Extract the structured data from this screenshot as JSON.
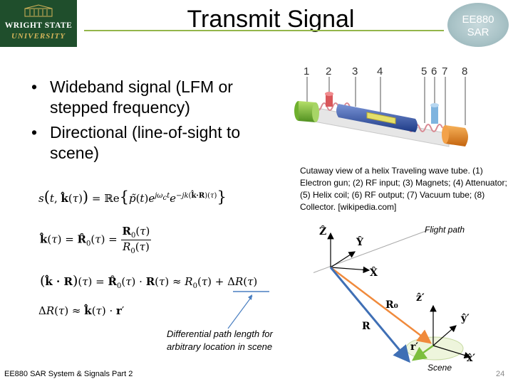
{
  "logo": {
    "line1": "WRIGHT STATE",
    "line2": "UNIVERSITY"
  },
  "title": "Transmit Signal",
  "badge": {
    "line1": "EE880",
    "line2": "SAR"
  },
  "bullets": [
    "Wideband signal (LFM or stepped frequency)",
    "Directional (line-of-sight to scene)"
  ],
  "tube_numbers": [
    "1",
    "2",
    "3",
    "4",
    "5",
    "6",
    "7",
    "8"
  ],
  "caption": "Cutaway view of a helix Traveling wave tube. (1) Electron gun; (2) RF input; (3) Magnets; (4) Attenuator; (5) Helix coil; (6) RF output; (7) Vacuum tube; (8) Collector. [wikipedia.com]",
  "annotation": "Differential path length for arbitrary location in scene",
  "diagram": {
    "flight_path": "Flight path",
    "scene": "Scene",
    "Z": "Ẑ",
    "Y": "Ŷ",
    "X": "X̂",
    "z_prime": "ẑ′",
    "y_prime": "ŷ′",
    "x_prime": "x̂′",
    "R0": "R₀",
    "R": "R",
    "r_prime": "r′"
  },
  "footer": "EE880 SAR System & Signals Part 2",
  "page_number": "24",
  "colors": {
    "accent_rule": "#94b64a",
    "logo_bg": "#1f4e2c",
    "vector_R": "#3f6fb5",
    "vector_R0": "#f08a3c",
    "vector_r": "#7cbf3c"
  }
}
